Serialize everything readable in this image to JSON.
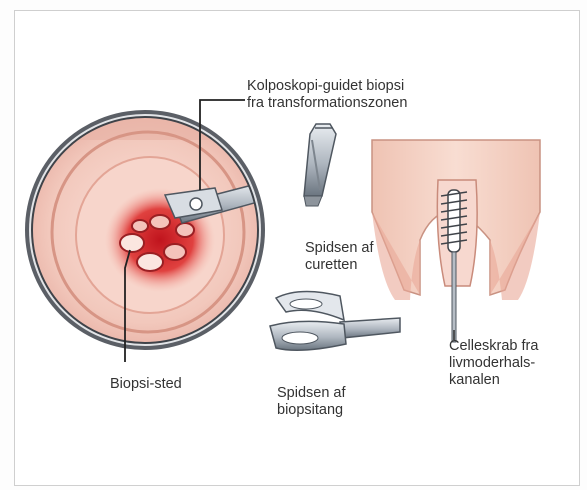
{
  "labels": {
    "colposcopy_biopsy": "Kolposkopi-guidet biopsi\nfra transformationszonen",
    "biopsy_site": "Biopsi-sted",
    "curette_tip": "Spidsen af\ncuretten",
    "forceps_tip": "Spidsen af\nbiopsitang",
    "cell_scrape": "Celleskrab fra\nlivmoderhals-\nkanalen"
  },
  "colors": {
    "frame_border": "#cfcfcf",
    "tissue_pink": "#f1c7bf",
    "lesion_red": "#d7262b",
    "steel": "#b9c0c8",
    "steel_dark": "#6e7782",
    "text": "#333333"
  }
}
